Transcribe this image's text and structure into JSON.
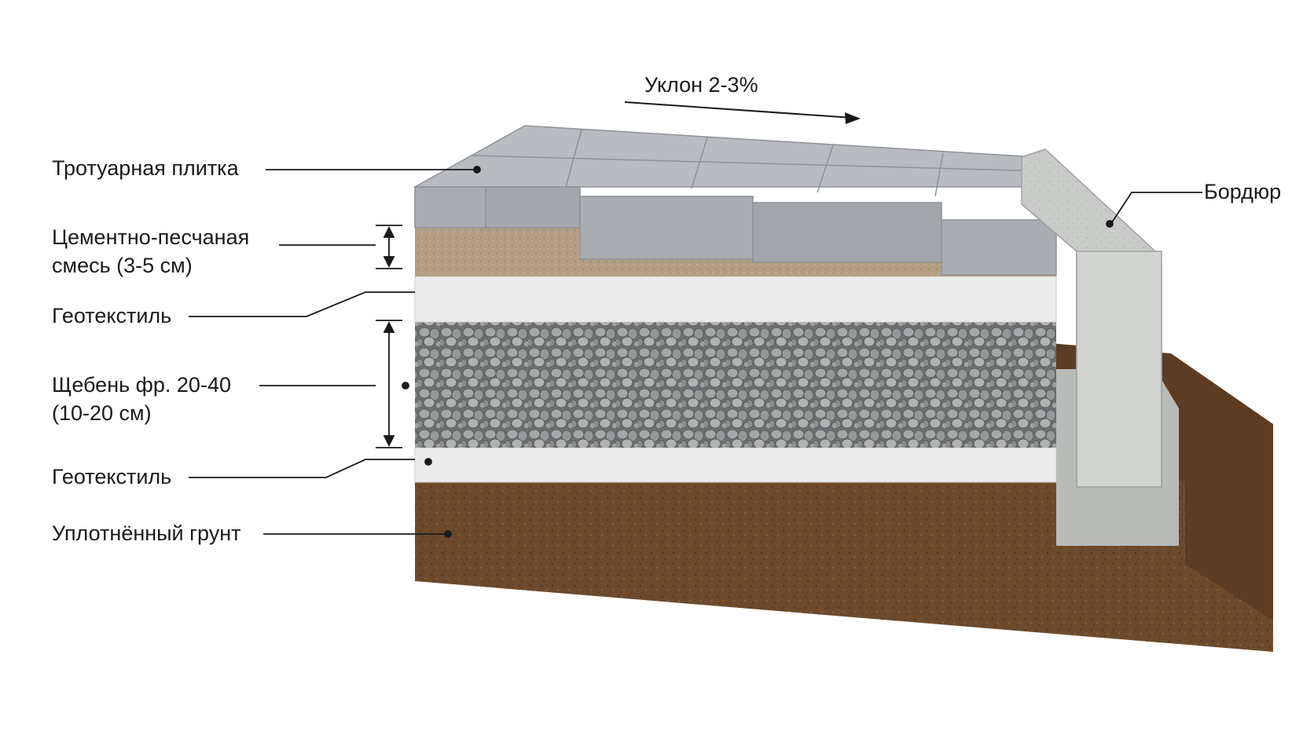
{
  "slope": {
    "text": "Уклон 2-3%"
  },
  "labels": {
    "tile": "Тротуарная плитка",
    "mix_line1": "Цементно-песчаная",
    "mix_line2": "смесь (3-5 см)",
    "geo_upper": "Геотекстиль",
    "gravel_line1": "Щебень фр. 20-40",
    "gravel_line2": "(10-20 см)",
    "geo_lower": "Геотекстиль",
    "soil": "Уплотнённый грунт",
    "curb": "Бордюр"
  },
  "colors": {
    "tile": "#a9adb2",
    "tile_top": "#b8bcc1",
    "sand": "#b59f82",
    "geotextile": "#ebebeb",
    "gravel": "#8d8f90",
    "soil": "#6e4a2c",
    "curb": "#c9cbc9",
    "leader": "#1a1a1a"
  }
}
